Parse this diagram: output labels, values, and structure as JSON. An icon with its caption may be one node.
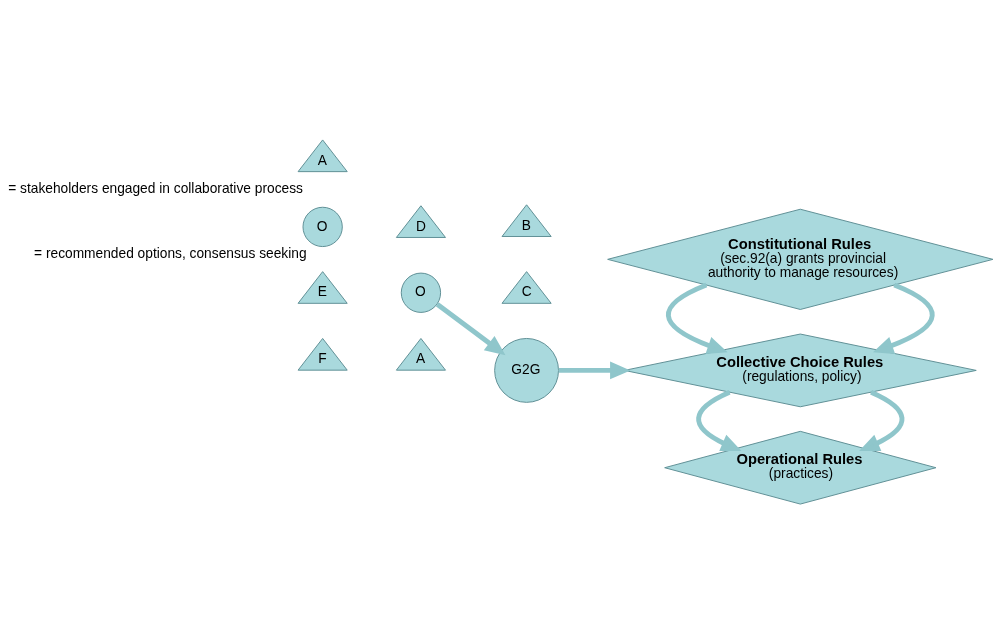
{
  "diagram": {
    "nodes": [
      {
        "text": [
          "A"
        ]
      },
      {
        "text": [
          "B"
        ]
      },
      {
        "text": [
          "C"
        ]
      },
      {
        "text": [
          "D"
        ]
      },
      {
        "text": [
          "E"
        ]
      },
      {
        "text": [
          "F"
        ]
      },
      {
        "text": [
          "O"
        ]
      },
      {
        "text": [
          "G2G"
        ]
      },
      {
        "text": [
          "Constitutional Rules",
          "(sec.92(a) grants provincial authority to manage resources)"
        ]
      },
      {
        "text": [
          "Collective Choice Rules",
          "(regulations, policy)"
        ]
      },
      {
        "text": [
          "Operational Rules",
          "(practices)"
        ]
      },
      {
        "text": [
          "A"
        ],
        "beside": [
          "= stakeholders engaged in collaborative process"
        ]
      },
      {
        "text": [
          "O"
        ],
        "beside": [
          "= recommended options, consensus seeking"
        ]
      }
    ],
    "edges": [
      {
        "from": 6,
        "to": 7,
        "arrow": "to"
      },
      {
        "from": 7,
        "to": 9,
        "arrow": "to"
      },
      {
        "from": 8,
        "to": 9,
        "arrow": "to"
      },
      {
        "from": 8,
        "to": 9,
        "arrow": "to"
      },
      {
        "from": 9,
        "to": 10,
        "arrow": "to"
      },
      {
        "from": 9,
        "to": 10,
        "arrow": "to"
      }
    ]
  }
}
